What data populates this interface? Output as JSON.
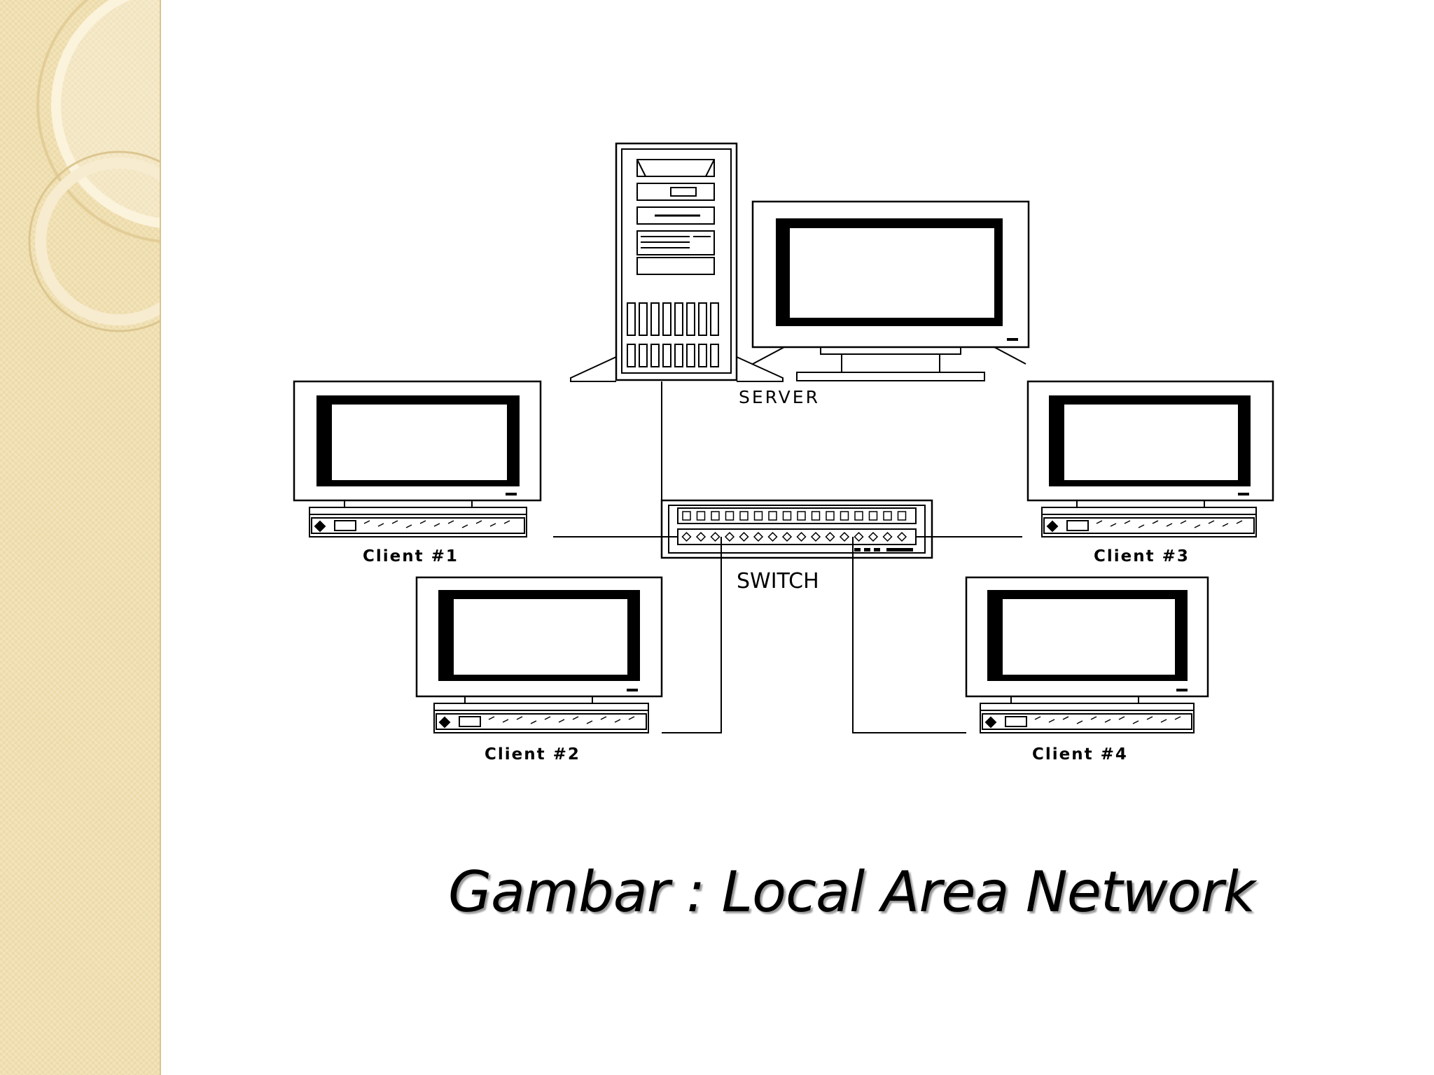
{
  "diagram": {
    "nodes": {
      "server": "SERVER",
      "switch": "SWITCH",
      "client1": "Client #1",
      "client2": "Client #2",
      "client3": "Client #3",
      "client4": "Client #4"
    }
  },
  "caption": "Gambar : Local Area Network"
}
